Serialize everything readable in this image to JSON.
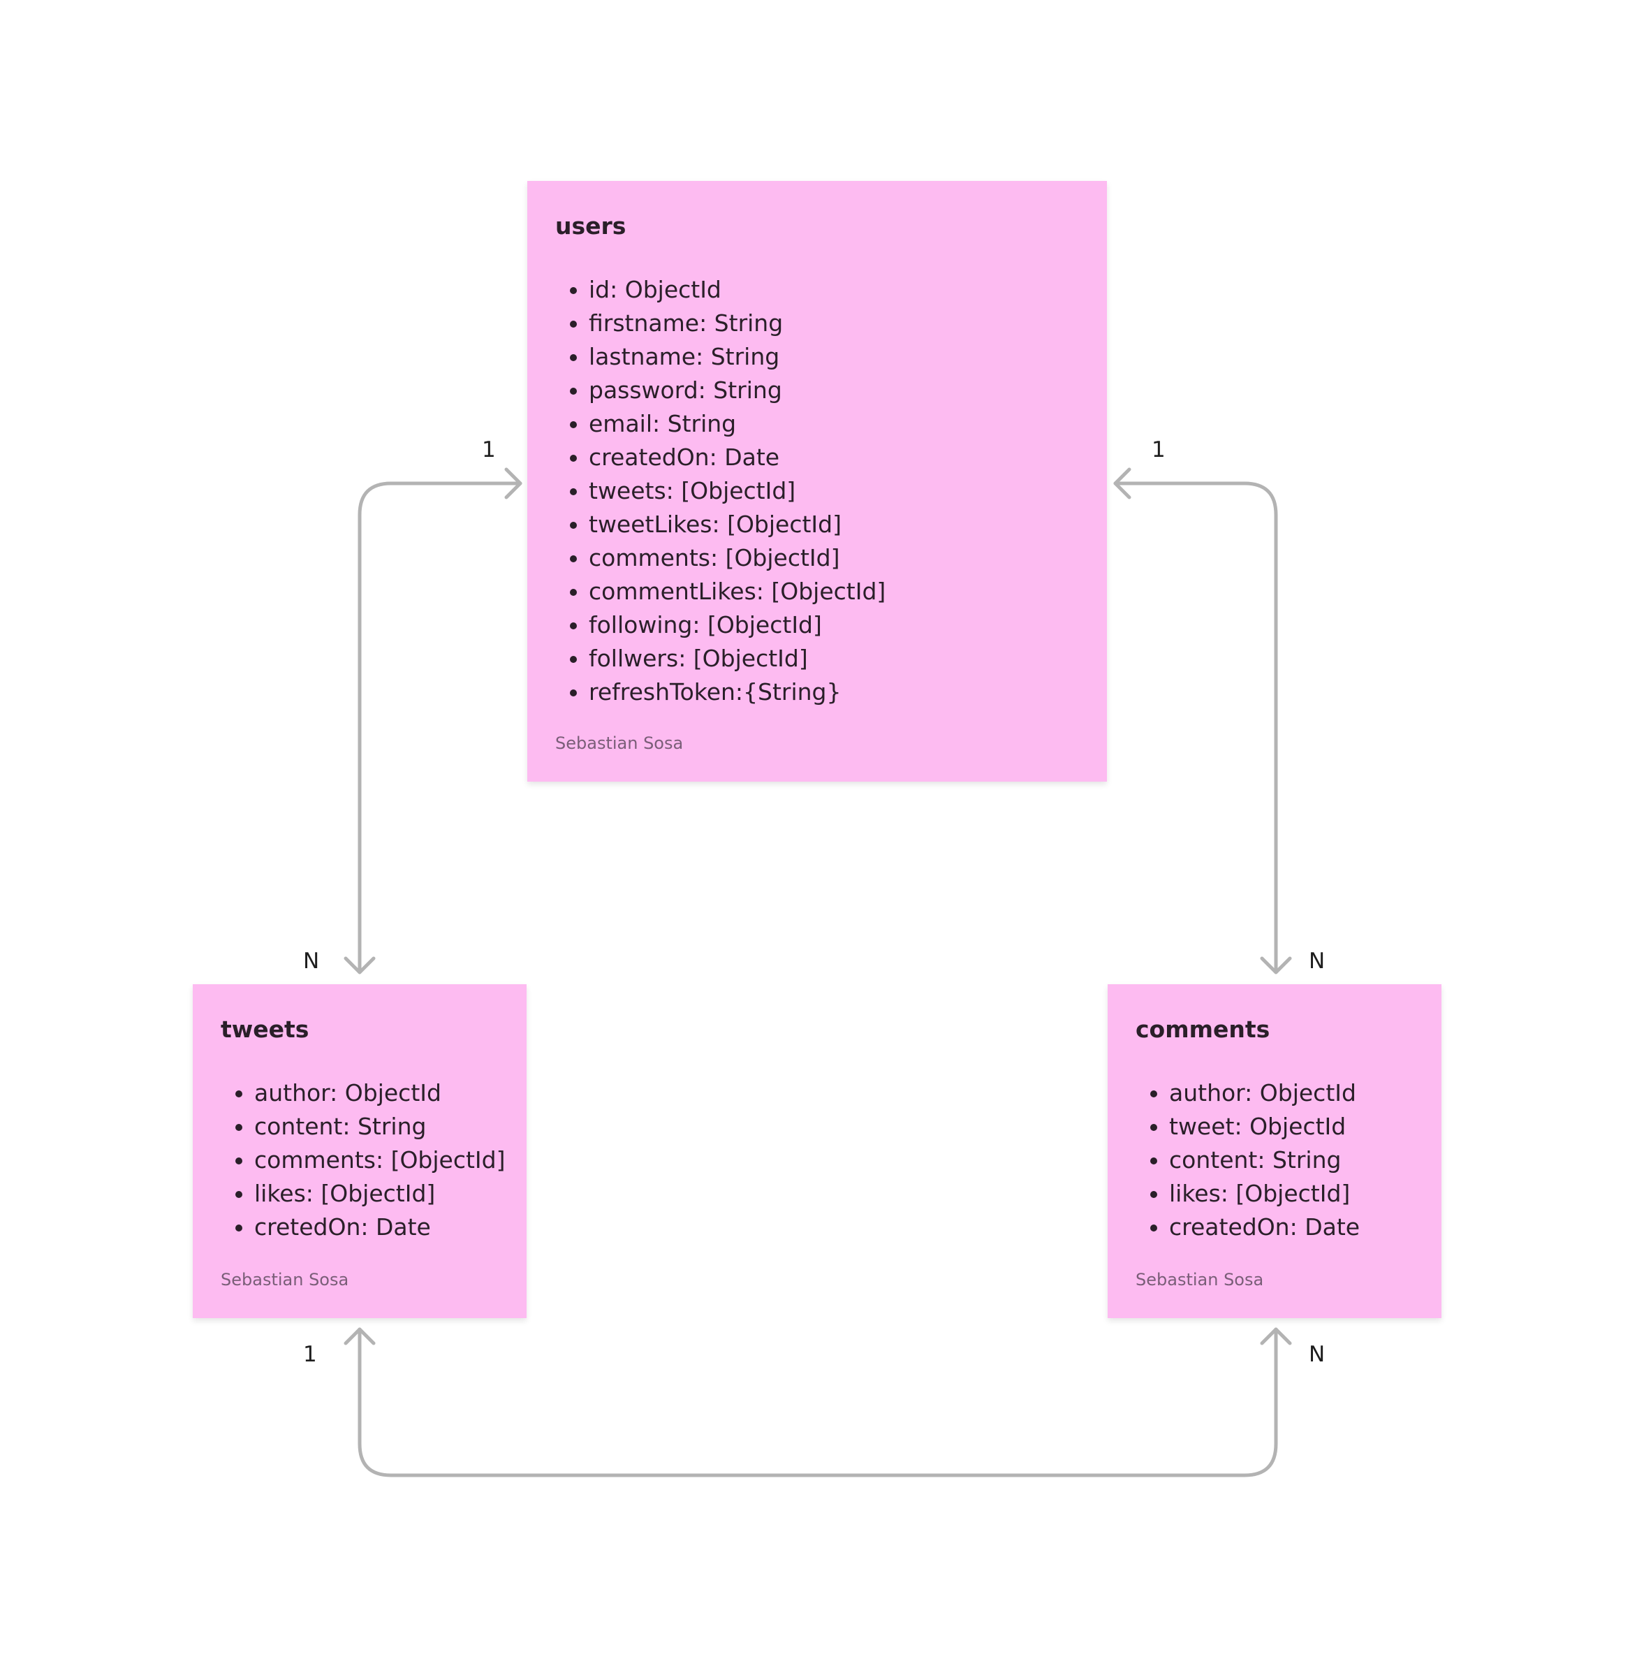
{
  "colors": {
    "sticky": "#fdbbf1",
    "connector": "#b3b3b3",
    "author_text": "#7a5e78"
  },
  "entities": {
    "users": {
      "title": "users",
      "fields": [
        "id: ObjectId",
        "firstname: String",
        "lastname: String",
        "password: String",
        "email: String",
        "createdOn: Date",
        "tweets: [ObjectId]",
        "tweetLikes: [ObjectId]",
        "comments: [ObjectId]",
        "commentLikes: [ObjectId]",
        "following: [ObjectId]",
        "follwers: [ObjectId]",
        "refreshToken:{String}"
      ],
      "author": "Sebastian Sosa"
    },
    "tweets": {
      "title": "tweets",
      "fields": [
        "author: ObjectId",
        "content: String",
        "comments: [ObjectId]",
        "likes: [ObjectId]",
        "cretedOn: Date"
      ],
      "author": "Sebastian Sosa"
    },
    "comments": {
      "title": "comments",
      "fields": [
        "author: ObjectId",
        "tweet: ObjectId",
        "content: String",
        "likes: [ObjectId]",
        "createdOn: Date"
      ],
      "author": "Sebastian Sosa"
    }
  },
  "relationships": [
    {
      "from": "users",
      "to": "tweets",
      "from_cardinality": "1",
      "to_cardinality": "N"
    },
    {
      "from": "users",
      "to": "comments",
      "from_cardinality": "1",
      "to_cardinality": "N"
    },
    {
      "from": "tweets",
      "to": "comments",
      "from_cardinality": "1",
      "to_cardinality": "N"
    }
  ]
}
